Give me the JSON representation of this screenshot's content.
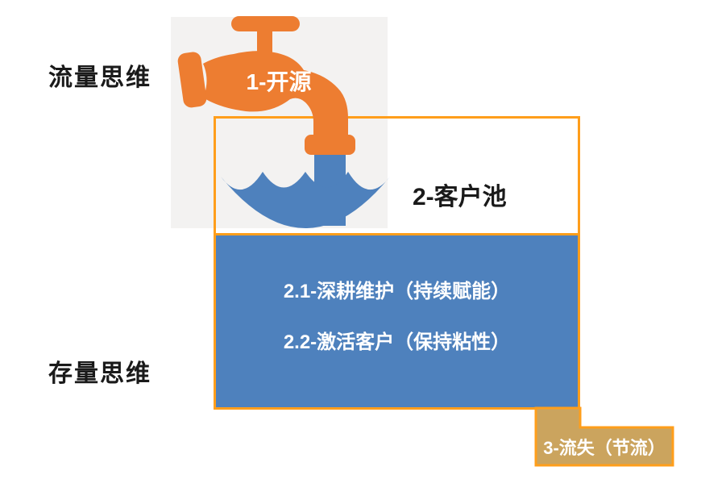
{
  "page": {
    "background": "#FFFFFF"
  },
  "labels": {
    "traffic_thinking": "流量思维",
    "stock_thinking": "存量思维"
  },
  "stages": {
    "inflow": {
      "label": "1-开源"
    },
    "pool": {
      "label": "2-客户池"
    },
    "retention": {
      "lines": [
        "2.1-深耕维护（持续赋能）",
        "2.2-激活客户（保持粘性）"
      ]
    },
    "churn": {
      "label": "3-流失（节流）"
    }
  },
  "icons": {
    "faucet": "faucet-icon",
    "water_splash": "water-splash-icon"
  },
  "colors": {
    "page_bg": "#FFFFFF",
    "faucet_orange": "#ED7D31",
    "box_border_orange": "#FF9E1B",
    "water_blue": "#4E81BD",
    "churn_tan": "#CBA45E",
    "panel_gray": "#F3F2F1",
    "text_dark": "#1A1A1A",
    "text_light": "#FFFFFF"
  }
}
